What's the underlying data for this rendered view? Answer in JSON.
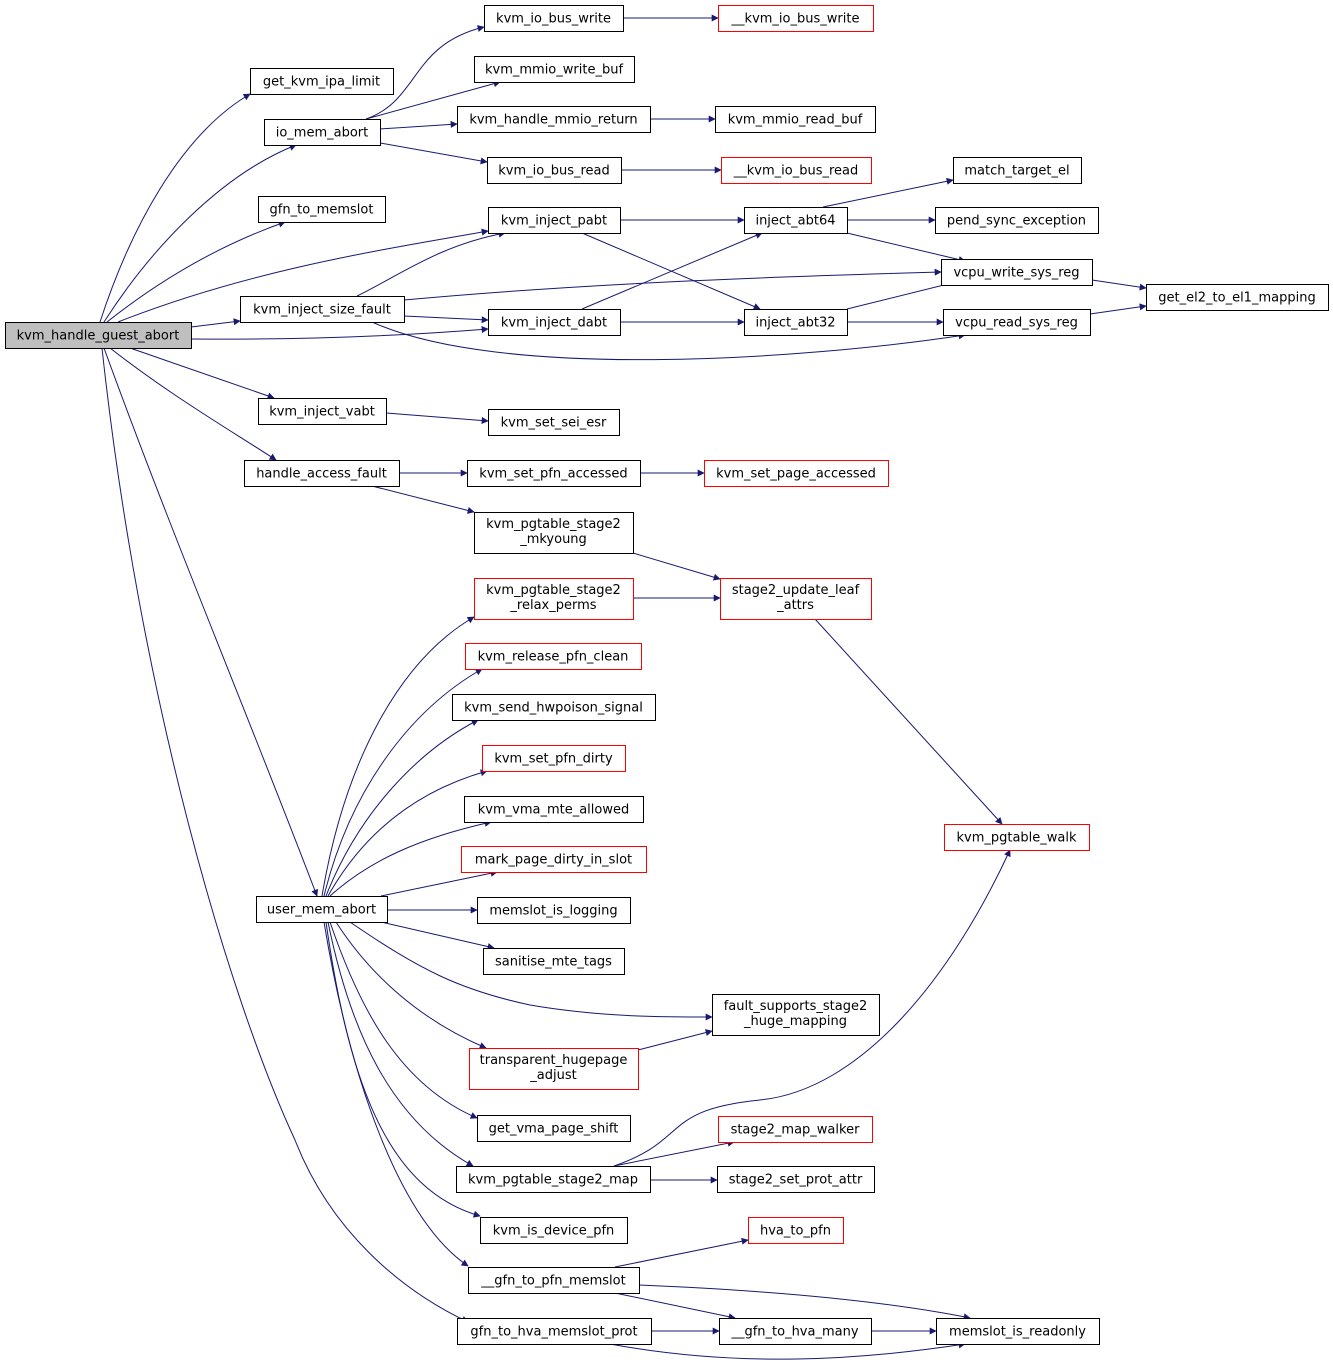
{
  "graph": {
    "root": "kvm_handle_guest_abort",
    "colors": {
      "edge": "#191970",
      "normal_border": "#000000",
      "truncated_border": "#ff0000",
      "root_fill": "#bfbfbf",
      "fill": "#ffffff"
    },
    "nodes": [
      {
        "id": "root",
        "lines": [
          "kvm_handle_guest_abort"
        ],
        "style": "root"
      },
      {
        "id": "get_kvm_ipa_limit",
        "lines": [
          "get_kvm_ipa_limit"
        ],
        "style": "normal"
      },
      {
        "id": "io_mem_abort",
        "lines": [
          "io_mem_abort"
        ],
        "style": "normal"
      },
      {
        "id": "gfn_to_memslot",
        "lines": [
          "gfn_to_memslot"
        ],
        "style": "normal"
      },
      {
        "id": "kvm_inject_size_fault",
        "lines": [
          "kvm_inject_size_fault"
        ],
        "style": "normal"
      },
      {
        "id": "kvm_inject_vabt",
        "lines": [
          "kvm_inject_vabt"
        ],
        "style": "normal"
      },
      {
        "id": "handle_access_fault",
        "lines": [
          "handle_access_fault"
        ],
        "style": "normal"
      },
      {
        "id": "user_mem_abort",
        "lines": [
          "user_mem_abort"
        ],
        "style": "normal"
      },
      {
        "id": "kvm_io_bus_write",
        "lines": [
          "kvm_io_bus_write"
        ],
        "style": "normal"
      },
      {
        "id": "kvm_mmio_write_buf",
        "lines": [
          "kvm_mmio_write_buf"
        ],
        "style": "normal"
      },
      {
        "id": "kvm_handle_mmio_return",
        "lines": [
          "kvm_handle_mmio_return"
        ],
        "style": "normal"
      },
      {
        "id": "kvm_io_bus_read",
        "lines": [
          "kvm_io_bus_read"
        ],
        "style": "normal"
      },
      {
        "id": "kvm_inject_pabt",
        "lines": [
          "kvm_inject_pabt"
        ],
        "style": "normal"
      },
      {
        "id": "kvm_inject_dabt",
        "lines": [
          "kvm_inject_dabt"
        ],
        "style": "normal"
      },
      {
        "id": "kvm_set_sei_esr",
        "lines": [
          "kvm_set_sei_esr"
        ],
        "style": "normal"
      },
      {
        "id": "kvm_set_pfn_accessed",
        "lines": [
          "kvm_set_pfn_accessed"
        ],
        "style": "normal"
      },
      {
        "id": "kvm_pgtable_stage2_mkyoung",
        "lines": [
          "kvm_pgtable_stage2",
          "_mkyoung"
        ],
        "style": "normal"
      },
      {
        "id": "kvm_pgtable_stage2_relax_perms",
        "lines": [
          "kvm_pgtable_stage2",
          "_relax_perms"
        ],
        "style": "truncated"
      },
      {
        "id": "kvm_release_pfn_clean",
        "lines": [
          "kvm_release_pfn_clean"
        ],
        "style": "truncated"
      },
      {
        "id": "kvm_send_hwpoison_signal",
        "lines": [
          "kvm_send_hwpoison_signal"
        ],
        "style": "normal"
      },
      {
        "id": "kvm_set_pfn_dirty",
        "lines": [
          "kvm_set_pfn_dirty"
        ],
        "style": "truncated"
      },
      {
        "id": "kvm_vma_mte_allowed",
        "lines": [
          "kvm_vma_mte_allowed"
        ],
        "style": "normal"
      },
      {
        "id": "mark_page_dirty_in_slot",
        "lines": [
          "mark_page_dirty_in_slot"
        ],
        "style": "truncated"
      },
      {
        "id": "memslot_is_logging",
        "lines": [
          "memslot_is_logging"
        ],
        "style": "normal"
      },
      {
        "id": "sanitise_mte_tags",
        "lines": [
          "sanitise_mte_tags"
        ],
        "style": "normal"
      },
      {
        "id": "transparent_hugepage_adjust",
        "lines": [
          "transparent_hugepage",
          "_adjust"
        ],
        "style": "truncated"
      },
      {
        "id": "get_vma_page_shift",
        "lines": [
          "get_vma_page_shift"
        ],
        "style": "normal"
      },
      {
        "id": "kvm_pgtable_stage2_map",
        "lines": [
          "kvm_pgtable_stage2_map"
        ],
        "style": "normal"
      },
      {
        "id": "kvm_is_device_pfn",
        "lines": [
          "kvm_is_device_pfn"
        ],
        "style": "normal"
      },
      {
        "id": "__gfn_to_pfn_memslot",
        "lines": [
          "__gfn_to_pfn_memslot"
        ],
        "style": "normal"
      },
      {
        "id": "gfn_to_hva_memslot_prot",
        "lines": [
          "gfn_to_hva_memslot_prot"
        ],
        "style": "normal"
      },
      {
        "id": "__kvm_io_bus_write",
        "lines": [
          "__kvm_io_bus_write"
        ],
        "style": "truncated"
      },
      {
        "id": "kvm_mmio_read_buf",
        "lines": [
          "kvm_mmio_read_buf"
        ],
        "style": "normal"
      },
      {
        "id": "__kvm_io_bus_read",
        "lines": [
          "__kvm_io_bus_read"
        ],
        "style": "truncated"
      },
      {
        "id": "inject_abt64",
        "lines": [
          "inject_abt64"
        ],
        "style": "normal"
      },
      {
        "id": "inject_abt32",
        "lines": [
          "inject_abt32"
        ],
        "style": "normal"
      },
      {
        "id": "kvm_set_page_accessed",
        "lines": [
          "kvm_set_page_accessed"
        ],
        "style": "truncated"
      },
      {
        "id": "stage2_update_leaf_attrs",
        "lines": [
          "stage2_update_leaf",
          "_attrs"
        ],
        "style": "truncated"
      },
      {
        "id": "fault_supports_stage2_huge_mapping",
        "lines": [
          "fault_supports_stage2",
          "_huge_mapping"
        ],
        "style": "normal"
      },
      {
        "id": "stage2_map_walker",
        "lines": [
          "stage2_map_walker"
        ],
        "style": "truncated"
      },
      {
        "id": "stage2_set_prot_attr",
        "lines": [
          "stage2_set_prot_attr"
        ],
        "style": "normal"
      },
      {
        "id": "hva_to_pfn",
        "lines": [
          "hva_to_pfn"
        ],
        "style": "truncated"
      },
      {
        "id": "__gfn_to_hva_many",
        "lines": [
          "__gfn_to_hva_many"
        ],
        "style": "normal"
      },
      {
        "id": "match_target_el",
        "lines": [
          "match_target_el"
        ],
        "style": "normal"
      },
      {
        "id": "pend_sync_exception",
        "lines": [
          "pend_sync_exception"
        ],
        "style": "normal"
      },
      {
        "id": "vcpu_write_sys_reg",
        "lines": [
          "vcpu_write_sys_reg"
        ],
        "style": "normal"
      },
      {
        "id": "vcpu_read_sys_reg",
        "lines": [
          "vcpu_read_sys_reg"
        ],
        "style": "normal"
      },
      {
        "id": "kvm_pgtable_walk",
        "lines": [
          "kvm_pgtable_walk"
        ],
        "style": "truncated"
      },
      {
        "id": "memslot_is_readonly",
        "lines": [
          "memslot_is_readonly"
        ],
        "style": "normal"
      },
      {
        "id": "get_el2_to_el1_mapping",
        "lines": [
          "get_el2_to_el1_mapping"
        ],
        "style": "normal"
      }
    ],
    "edges": [
      [
        "root",
        "get_kvm_ipa_limit"
      ],
      [
        "root",
        "io_mem_abort"
      ],
      [
        "root",
        "gfn_to_memslot"
      ],
      [
        "root",
        "kvm_inject_size_fault"
      ],
      [
        "root",
        "kvm_inject_pabt"
      ],
      [
        "root",
        "kvm_inject_dabt"
      ],
      [
        "root",
        "kvm_inject_vabt"
      ],
      [
        "root",
        "handle_access_fault"
      ],
      [
        "root",
        "user_mem_abort"
      ],
      [
        "root",
        "gfn_to_hva_memslot_prot"
      ],
      [
        "io_mem_abort",
        "kvm_io_bus_write"
      ],
      [
        "io_mem_abort",
        "kvm_mmio_write_buf"
      ],
      [
        "io_mem_abort",
        "kvm_handle_mmio_return"
      ],
      [
        "io_mem_abort",
        "kvm_io_bus_read"
      ],
      [
        "kvm_io_bus_write",
        "__kvm_io_bus_write"
      ],
      [
        "kvm_handle_mmio_return",
        "kvm_mmio_read_buf"
      ],
      [
        "kvm_io_bus_read",
        "__kvm_io_bus_read"
      ],
      [
        "kvm_inject_size_fault",
        "kvm_inject_pabt"
      ],
      [
        "kvm_inject_size_fault",
        "kvm_inject_dabt"
      ],
      [
        "kvm_inject_size_fault",
        "vcpu_write_sys_reg"
      ],
      [
        "kvm_inject_size_fault",
        "vcpu_read_sys_reg"
      ],
      [
        "kvm_inject_pabt",
        "inject_abt64"
      ],
      [
        "kvm_inject_pabt",
        "inject_abt32"
      ],
      [
        "kvm_inject_dabt",
        "inject_abt64"
      ],
      [
        "kvm_inject_dabt",
        "inject_abt32"
      ],
      [
        "inject_abt64",
        "match_target_el"
      ],
      [
        "inject_abt64",
        "pend_sync_exception"
      ],
      [
        "inject_abt64",
        "vcpu_write_sys_reg"
      ],
      [
        "inject_abt32",
        "vcpu_write_sys_reg"
      ],
      [
        "inject_abt32",
        "vcpu_read_sys_reg"
      ],
      [
        "vcpu_write_sys_reg",
        "get_el2_to_el1_mapping"
      ],
      [
        "vcpu_read_sys_reg",
        "get_el2_to_el1_mapping"
      ],
      [
        "kvm_inject_vabt",
        "kvm_set_sei_esr"
      ],
      [
        "handle_access_fault",
        "kvm_set_pfn_accessed"
      ],
      [
        "handle_access_fault",
        "kvm_pgtable_stage2_mkyoung"
      ],
      [
        "kvm_set_pfn_accessed",
        "kvm_set_page_accessed"
      ],
      [
        "kvm_pgtable_stage2_mkyoung",
        "stage2_update_leaf_attrs"
      ],
      [
        "kvm_pgtable_stage2_relax_perms",
        "stage2_update_leaf_attrs"
      ],
      [
        "stage2_update_leaf_attrs",
        "kvm_pgtable_walk"
      ],
      [
        "user_mem_abort",
        "kvm_pgtable_stage2_relax_perms"
      ],
      [
        "user_mem_abort",
        "kvm_release_pfn_clean"
      ],
      [
        "user_mem_abort",
        "kvm_send_hwpoison_signal"
      ],
      [
        "user_mem_abort",
        "kvm_set_pfn_dirty"
      ],
      [
        "user_mem_abort",
        "kvm_vma_mte_allowed"
      ],
      [
        "user_mem_abort",
        "mark_page_dirty_in_slot"
      ],
      [
        "user_mem_abort",
        "memslot_is_logging"
      ],
      [
        "user_mem_abort",
        "sanitise_mte_tags"
      ],
      [
        "user_mem_abort",
        "fault_supports_stage2_huge_mapping"
      ],
      [
        "user_mem_abort",
        "transparent_hugepage_adjust"
      ],
      [
        "user_mem_abort",
        "get_vma_page_shift"
      ],
      [
        "user_mem_abort",
        "kvm_pgtable_stage2_map"
      ],
      [
        "user_mem_abort",
        "kvm_is_device_pfn"
      ],
      [
        "user_mem_abort",
        "__gfn_to_pfn_memslot"
      ],
      [
        "transparent_hugepage_adjust",
        "fault_supports_stage2_huge_mapping"
      ],
      [
        "kvm_pgtable_stage2_map",
        "kvm_pgtable_walk"
      ],
      [
        "kvm_pgtable_stage2_map",
        "stage2_map_walker"
      ],
      [
        "kvm_pgtable_stage2_map",
        "stage2_set_prot_attr"
      ],
      [
        "__gfn_to_pfn_memslot",
        "hva_to_pfn"
      ],
      [
        "__gfn_to_pfn_memslot",
        "__gfn_to_hva_many"
      ],
      [
        "__gfn_to_pfn_memslot",
        "memslot_is_readonly"
      ],
      [
        "gfn_to_hva_memslot_prot",
        "__gfn_to_hva_many"
      ],
      [
        "gfn_to_hva_memslot_prot",
        "memslot_is_readonly"
      ],
      [
        "__gfn_to_hva_many",
        "memslot_is_readonly"
      ]
    ]
  }
}
